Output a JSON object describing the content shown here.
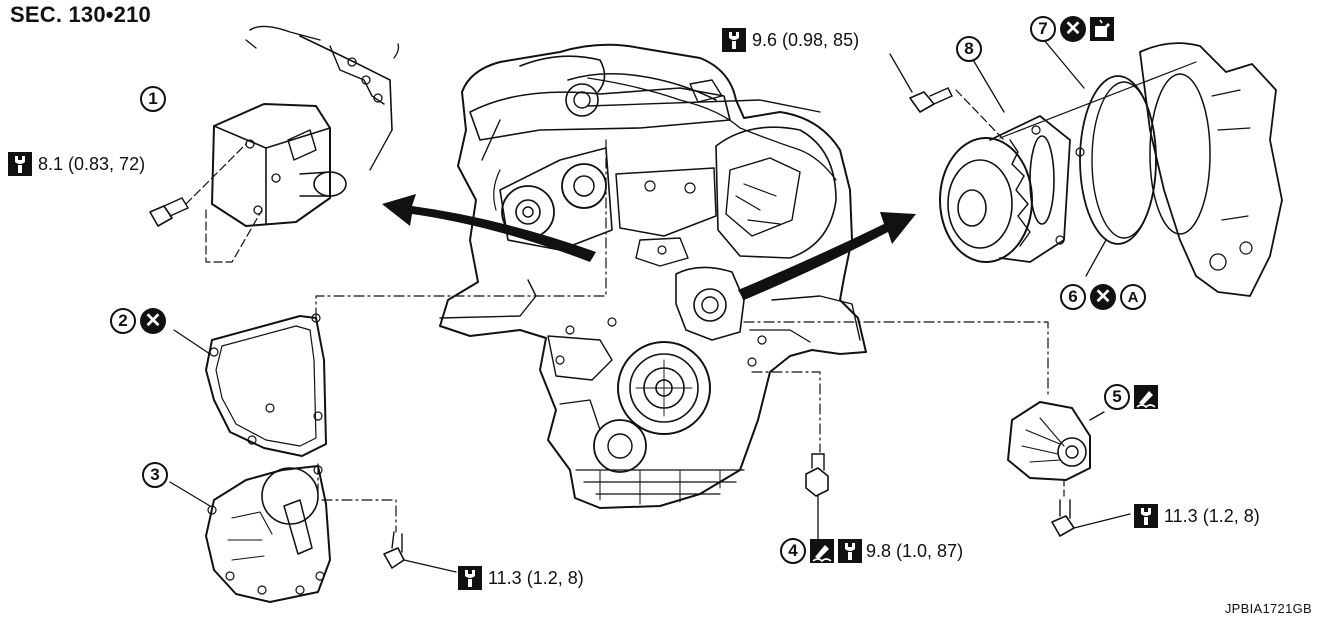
{
  "title": "SEC. 130•210",
  "figure_code": "JPBIA1721GB",
  "icons": {
    "torque": "torque-wrench-icon",
    "do_not_reuse": "do-not-reuse-icon",
    "sealant": "sealant-icon",
    "oil": "engine-oil-icon",
    "note_a": "note-a-icon"
  },
  "torques": {
    "t1": "8.1 (0.83, 72)",
    "t2": "9.6 (0.98, 85)",
    "t3": "11.3 (1.2, 8)",
    "t4": "9.8 (1.0, 87)",
    "t5": "11.3 (1.2, 8)"
  },
  "callouts": {
    "c1": "1",
    "c2": "2",
    "c3": "3",
    "c4": "4",
    "c5": "5",
    "c6": "6",
    "c7": "7",
    "c8": "8",
    "a": "A"
  }
}
